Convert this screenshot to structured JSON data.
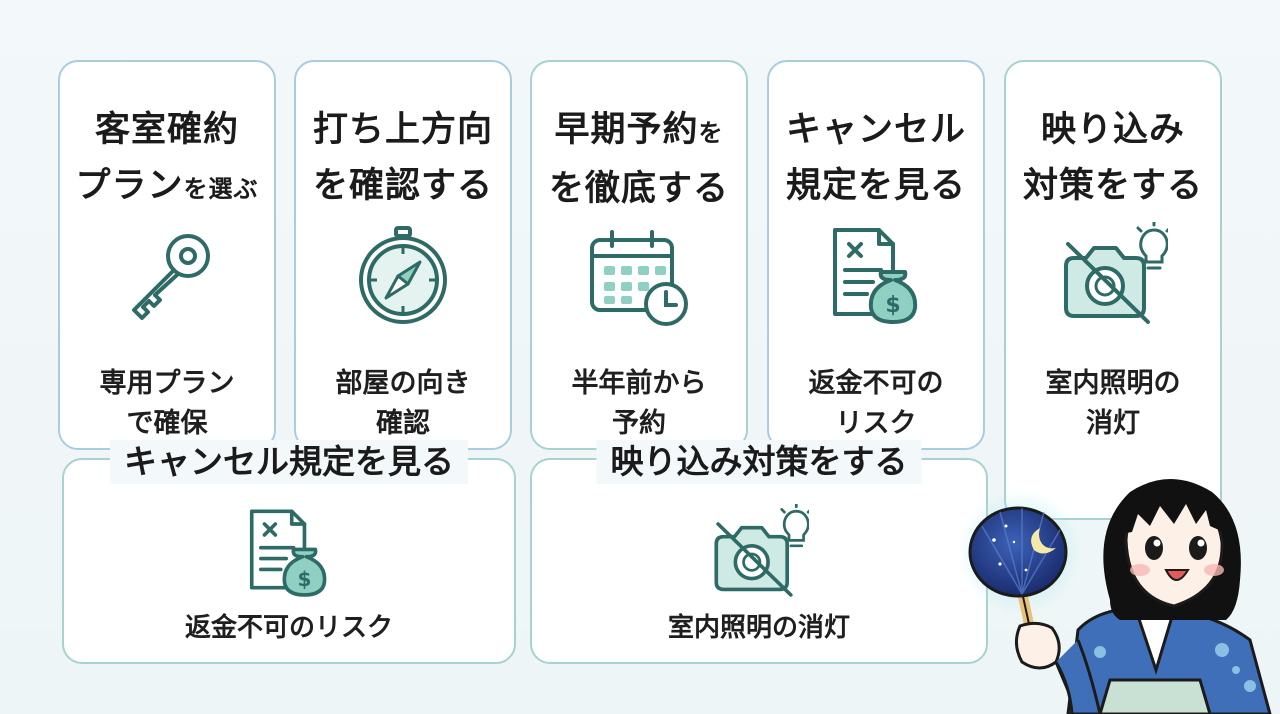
{
  "cards": [
    {
      "title_line1": "客室確約",
      "title_line2_main": "プラン",
      "title_line2_small": "を選ぶ",
      "icon": "key-icon",
      "caption_line1": "専用プラン",
      "caption_line2": "で確保"
    },
    {
      "title_line1": "打ち上方向",
      "title_line2": "を確認する",
      "icon": "compass-icon",
      "caption_line1": "部屋の向き",
      "caption_line2": "確認"
    },
    {
      "title_line1_main": "早期予約",
      "title_line1_small": "を",
      "title_line2": "を徹底する",
      "icon": "calendar-clock-icon",
      "caption_line1": "半年前から",
      "caption_line2": "予約"
    },
    {
      "title_line1": "キャンセル",
      "title_line2": "規定を見る",
      "icon": "document-money-bag-icon",
      "caption_line1": "返金不可の",
      "caption_line2": "リスク"
    },
    {
      "title_line1": "映り込み",
      "title_line2": "対策をする",
      "icon": "camera-off-light-icon",
      "caption_line1": "室内照明の",
      "caption_line2": "消灯"
    }
  ],
  "bottom_cards": [
    {
      "title": "キャンセル規定を見る",
      "icon": "document-money-bag-icon",
      "caption": "返金不可のリスク"
    },
    {
      "title": "映り込み対策をする",
      "icon": "camera-off-light-icon",
      "caption": "室内照明の消灯"
    }
  ],
  "colors": {
    "teal_border": "#a6d3d0",
    "blue_border": "#a8cde0",
    "icon_stroke": "#2f6b66",
    "icon_fill": "#cfeae4"
  }
}
